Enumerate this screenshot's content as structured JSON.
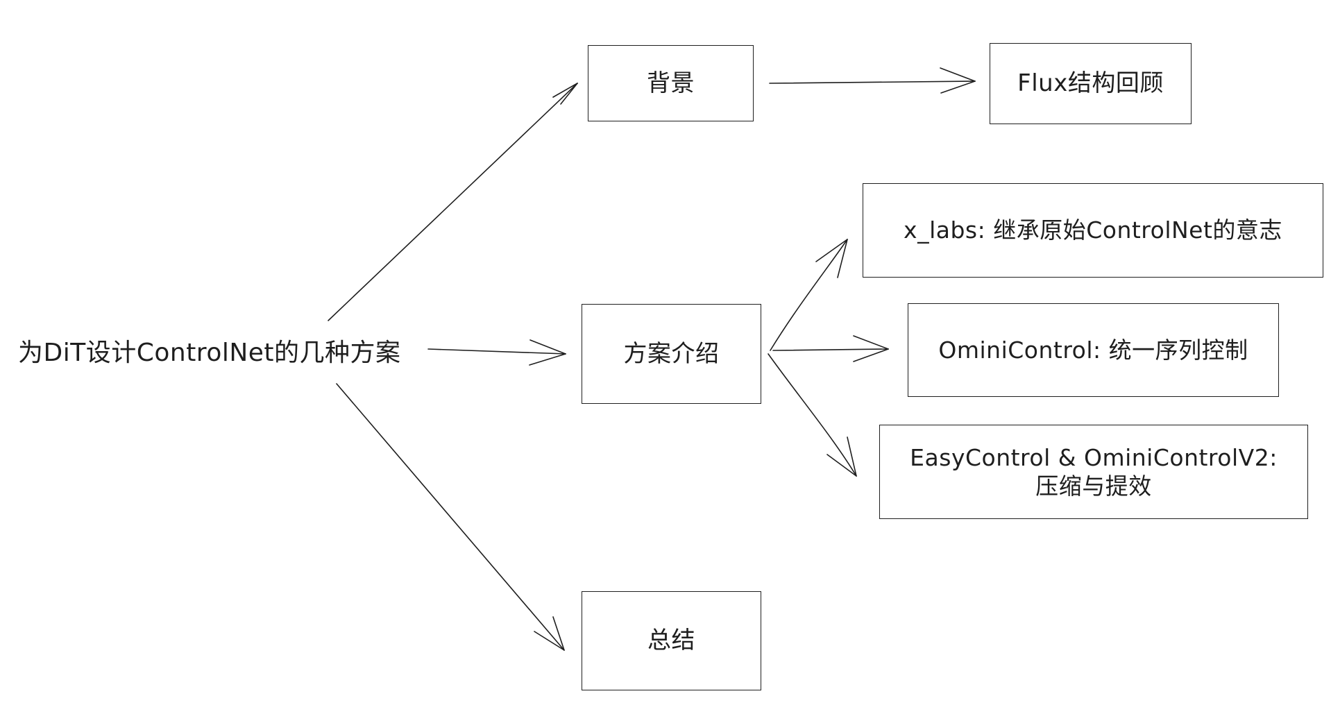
{
  "diagram": {
    "root": {
      "label": "为DiT设计ControlNet的几种方案"
    },
    "nodes": {
      "background": {
        "label": "背景"
      },
      "flux_review": {
        "label": "Flux结构回顾"
      },
      "schemes": {
        "label": "方案介绍"
      },
      "x_labs": {
        "label": "x_labs: 继承原始ControlNet的意志"
      },
      "omini_control": {
        "label": "OminiControl: 统一序列控制"
      },
      "easy_control": {
        "line1": "EasyControl & OminiControlV2:",
        "line2": "压缩与提效"
      },
      "summary": {
        "label": "总结"
      }
    },
    "colors": {
      "stroke": "#1e1e1e",
      "background": "#ffffff"
    }
  }
}
